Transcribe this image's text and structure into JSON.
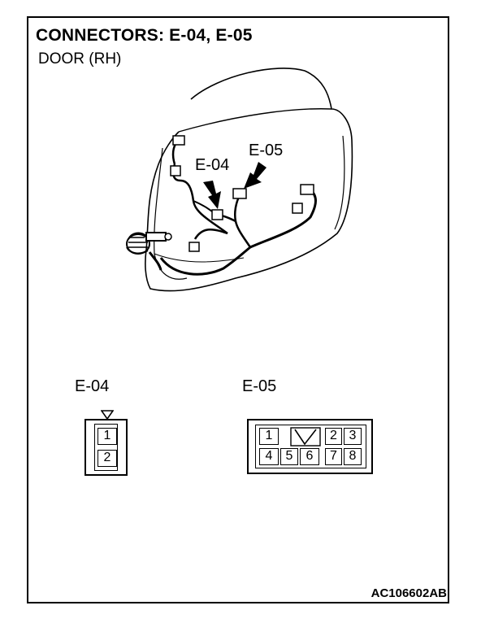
{
  "header": {
    "title": "CONNECTORS: E-04, E-05",
    "subtitle": "DOOR (RH)"
  },
  "diagram": {
    "callouts": [
      {
        "id": "e04",
        "label": "E-04"
      },
      {
        "id": "e05",
        "label": "E-05"
      }
    ]
  },
  "connectors": {
    "e04": {
      "label": "E-04",
      "pins": [
        "1",
        "2"
      ]
    },
    "e05": {
      "label": "E-05",
      "row1": [
        "1",
        "2",
        "3"
      ],
      "row2": [
        "4",
        "5",
        "6",
        "7",
        "8"
      ]
    }
  },
  "footer": {
    "figure_id": "AC106602AB"
  }
}
